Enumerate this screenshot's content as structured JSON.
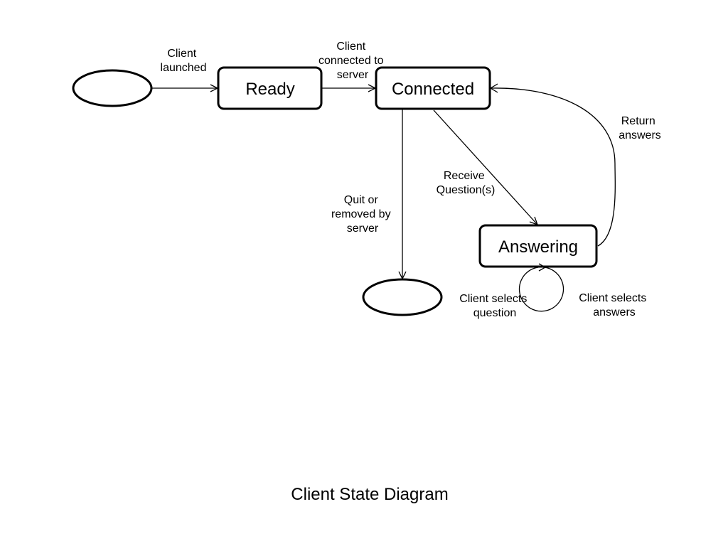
{
  "caption": "Client State Diagram",
  "states": {
    "ready": "Ready",
    "connected": "Connected",
    "answering": "Answering"
  },
  "transitions": {
    "client_launched": [
      "Client",
      "launched"
    ],
    "client_connected": [
      "Client",
      "connected to",
      "server"
    ],
    "quit_removed": [
      "Quit or",
      "removed by",
      "server"
    ],
    "receive_questions": [
      "Receive",
      "Question(s)"
    ],
    "return_answers": [
      "Return",
      "answers"
    ],
    "client_selects_question": [
      "Client selects",
      "question"
    ],
    "client_selects_answers": [
      "Client selects",
      "answers"
    ]
  },
  "colors": {
    "stroke": "#000000",
    "background": "#ffffff"
  }
}
